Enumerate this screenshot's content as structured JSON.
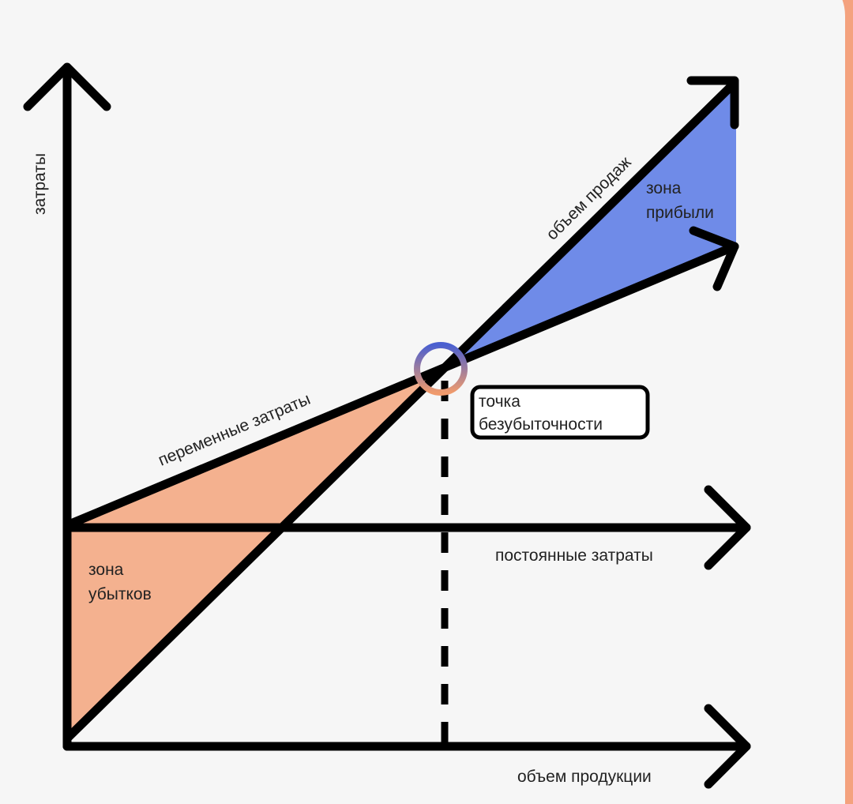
{
  "colors": {
    "profit": "#6f8be8",
    "loss": "#f4b18f",
    "line": "#000000",
    "background": "#f6f6f6"
  },
  "labels": {
    "y_axis": "затраты",
    "x_axis": "объем продукции",
    "fixed_costs": "постоянные затраты",
    "variable_costs": "переменные затраты",
    "sales": "объем продаж",
    "profit_zone": [
      "зона",
      "прибыли"
    ],
    "loss_zone": [
      "зона",
      "убытков"
    ],
    "break_even": [
      "точка",
      "безубыточности"
    ]
  }
}
